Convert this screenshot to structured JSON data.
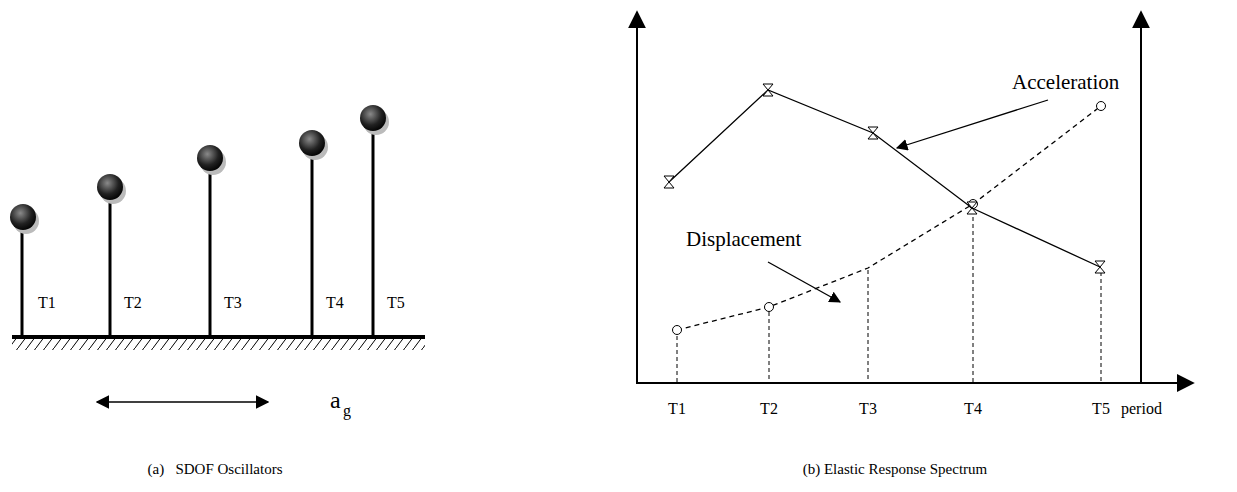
{
  "diagram": {
    "labels": [
      "T1",
      "T2",
      "T3",
      "T4",
      "T5",
      "a",
      "g",
      "Acceleration",
      "Displacement",
      "T1",
      "T2",
      "T3",
      "T4",
      "T5",
      "period",
      "(a)   SDOF Oscillators",
      "(b) Elastic Response Spectrum"
    ]
  }
}
